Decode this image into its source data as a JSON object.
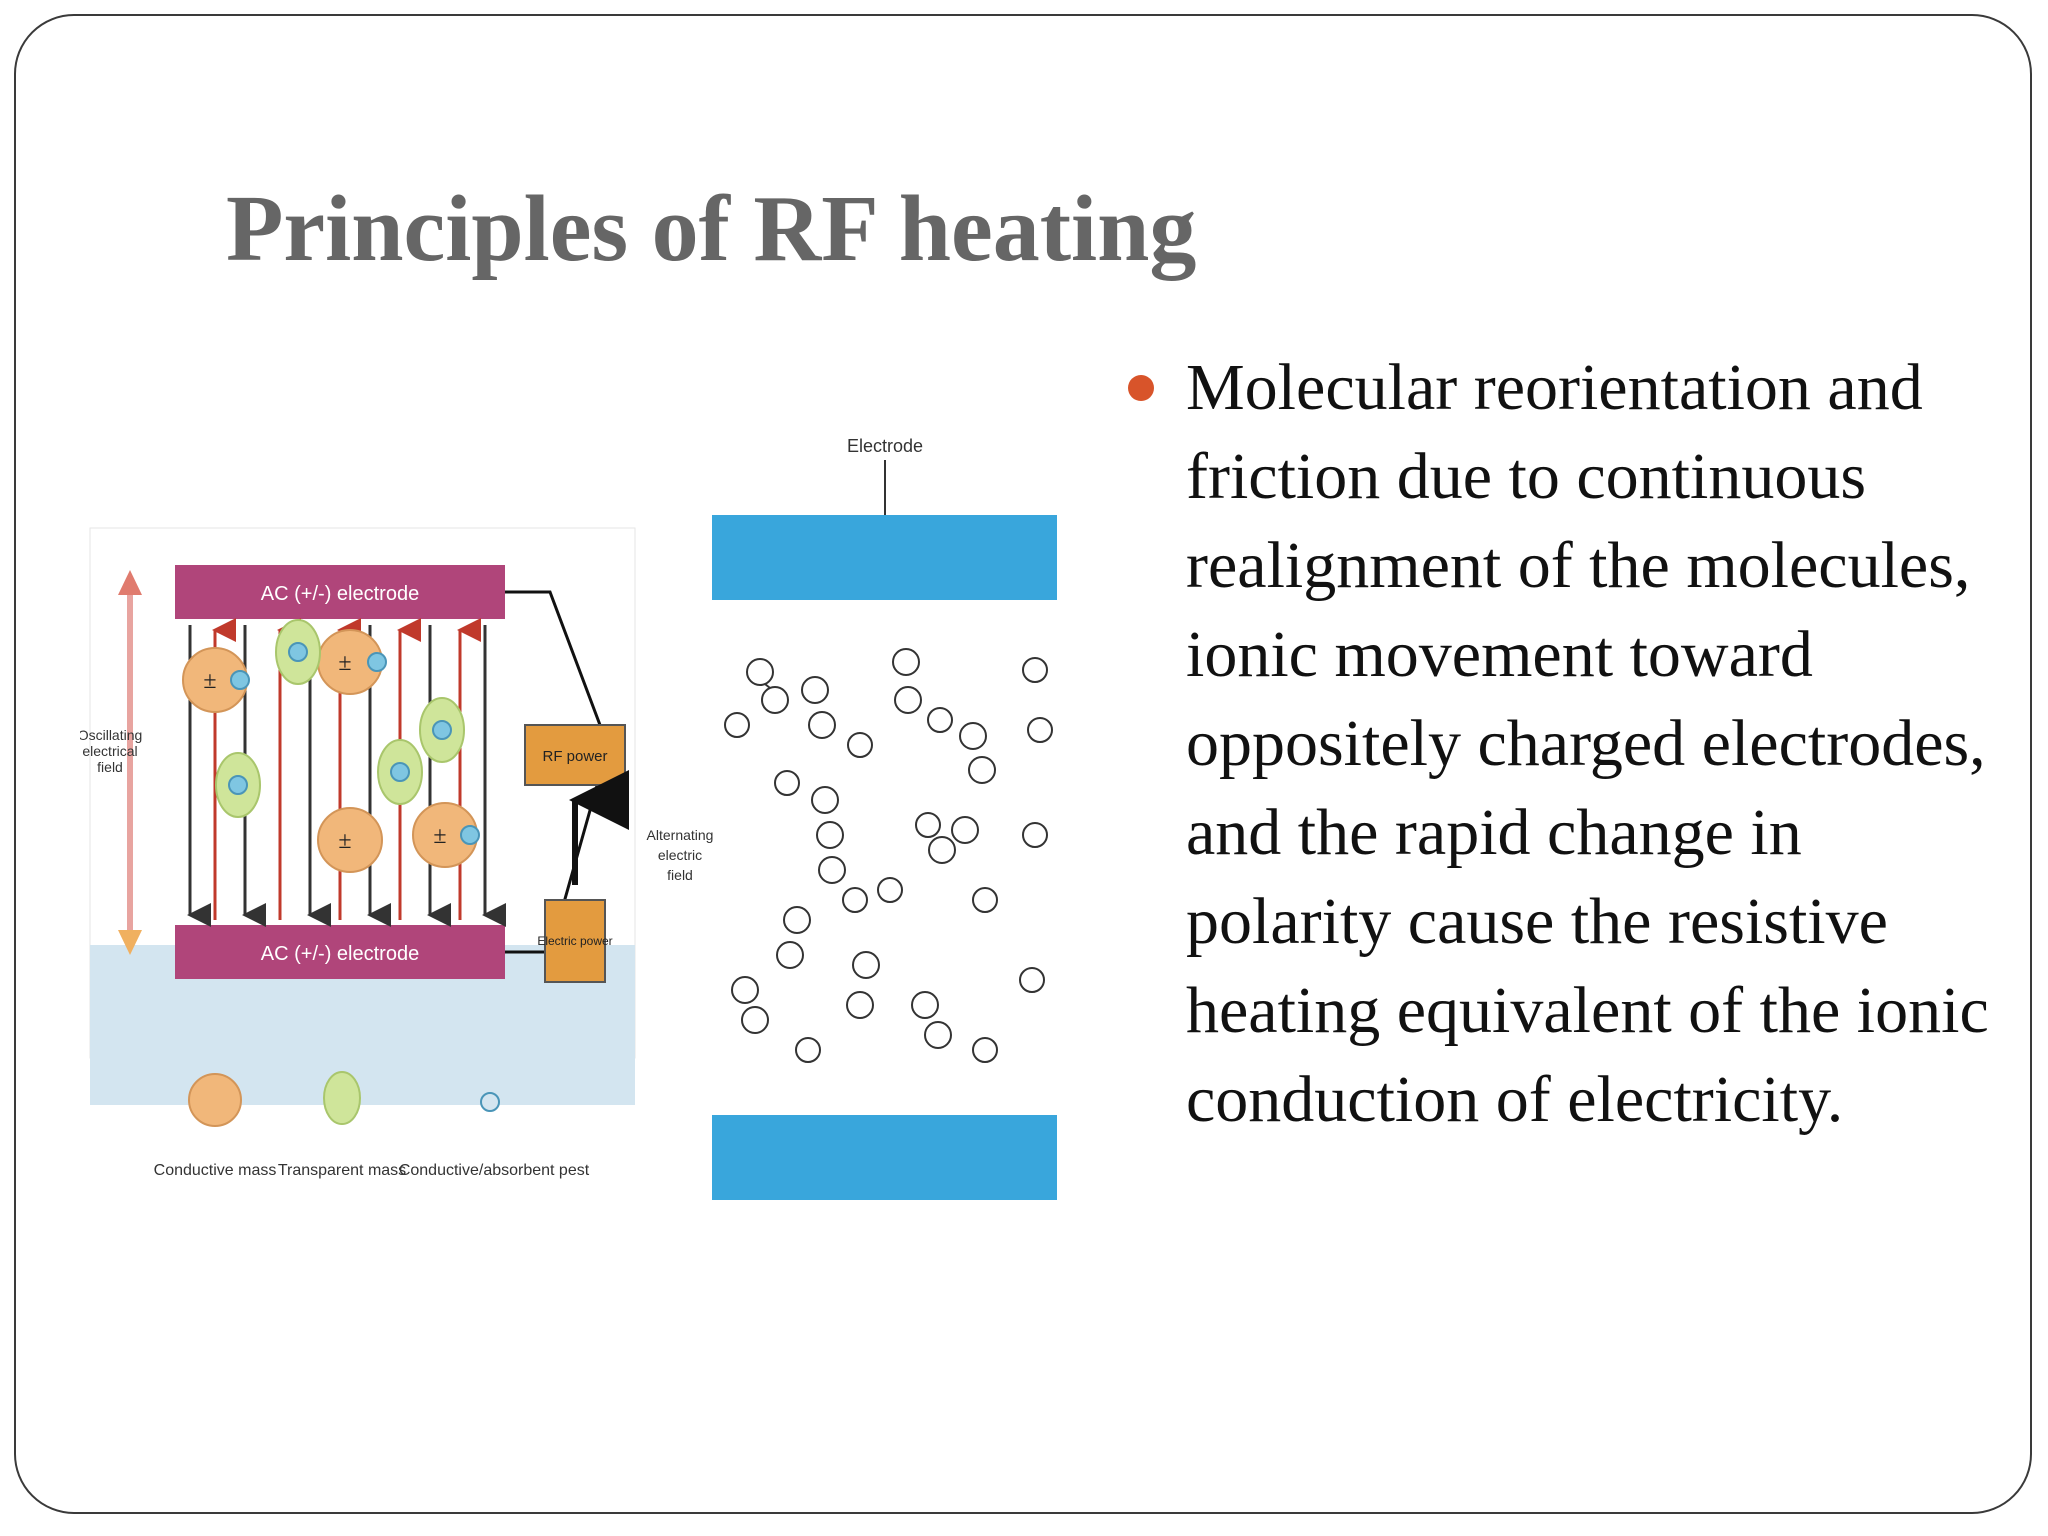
{
  "slide": {
    "title": "Principles of RF heating",
    "bullet_text": "Molecular reorientation and friction due to continuous realignment of the molecules, ionic movement toward oppositely charged electrodes, and the rapid change in polarity cause the resistive heating equivalent of the ionic conduction of electricity.",
    "bullet_color": "#d8542a",
    "title_color": "#666666"
  },
  "figure_left": {
    "top_electrode_label": "AC (+/-) electrode",
    "bottom_electrode_label": "AC (+/-) electrode",
    "field_label": "Oscillating electrical field",
    "rf_power_label": "RF power",
    "electric_power_label": "Electric power",
    "legend": [
      "Conductive mass",
      "Transparent mass",
      "Conductive/absorbent pest"
    ]
  },
  "figure_right": {
    "electrode_label": "Electrode",
    "field_label": "Alternating electric field"
  },
  "colors": {
    "electrode_pink": "#b0457a",
    "rf_box": "#e39b3f",
    "legend_band": "#d3e5f0",
    "plate_blue": "#39a6dc",
    "conductive_mass": "#f1b77a",
    "transparent_mass": "#cfe59a",
    "pest": "#7fc6e2"
  }
}
